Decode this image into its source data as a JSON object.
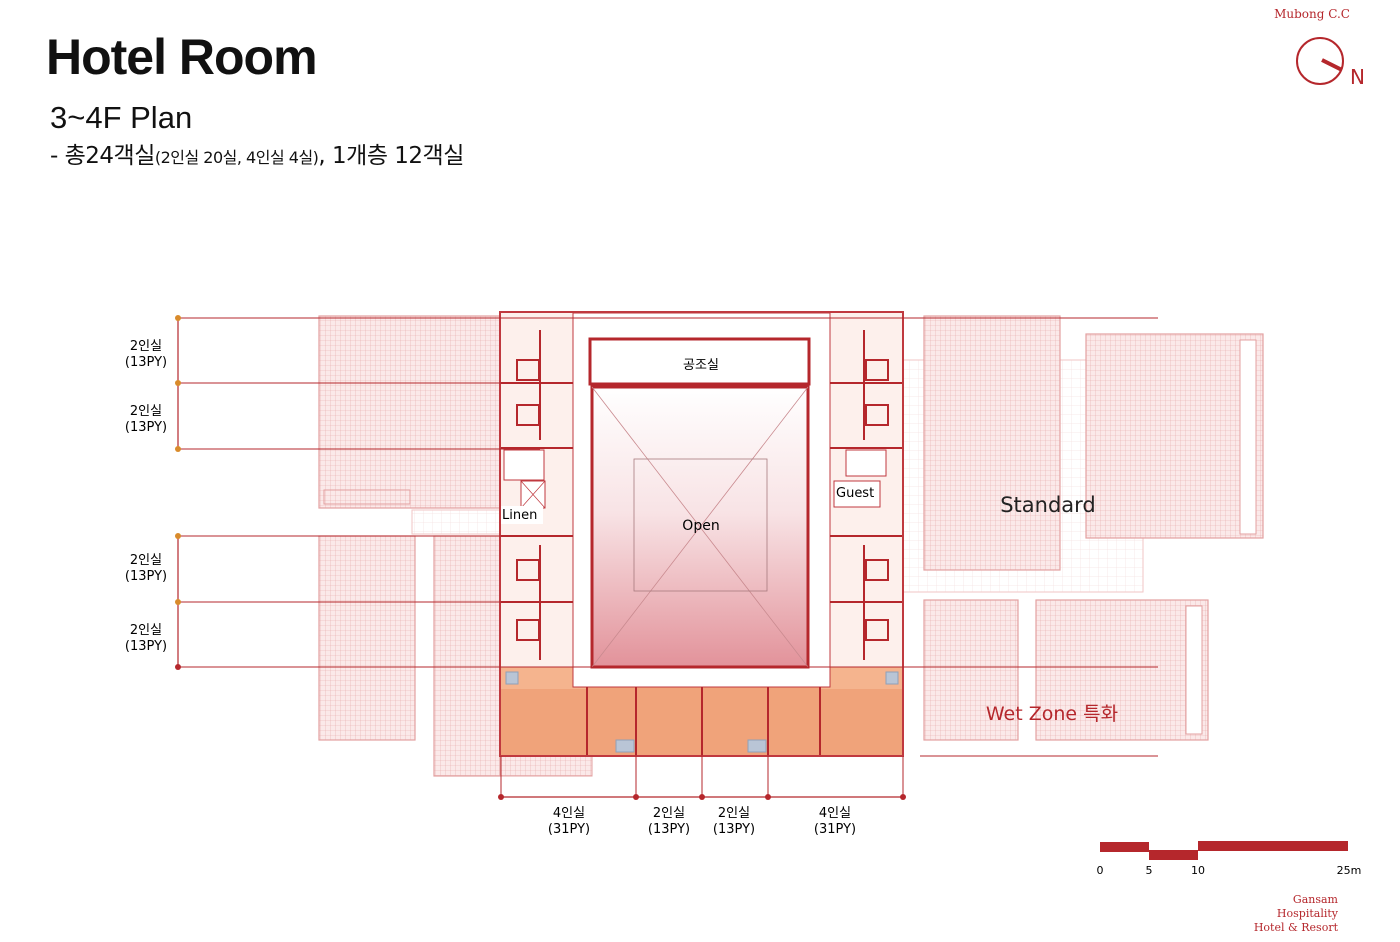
{
  "header": {
    "title": "Hotel Room",
    "subtitle": "3~4F Plan",
    "summary_main": "- 총24객실",
    "summary_detail": "(2인실 20실, 4인실 4실)",
    "summary_tail": ", 1개층 12객실"
  },
  "brand": {
    "top": "Mubong C.C",
    "bottom": [
      "Gansam",
      "Hospitality",
      "Hotel & Resort"
    ]
  },
  "compass": {
    "label": "N"
  },
  "plan": {
    "rooms": {
      "aircon": "공조실",
      "open": "Open",
      "linen": "Linen",
      "guest": "Guest"
    },
    "zones": {
      "standard": "Standard",
      "wet_zone": "Wet Zone 특화"
    },
    "left_dims": [
      {
        "type": "2인실",
        "size": "(13PY)"
      },
      {
        "type": "2인실",
        "size": "(13PY)"
      },
      {
        "type": "2인실",
        "size": "(13PY)"
      },
      {
        "type": "2인실",
        "size": "(13PY)"
      }
    ],
    "bottom_dims": [
      {
        "type": "4인실",
        "size": "(31PY)"
      },
      {
        "type": "2인실",
        "size": "(13PY)"
      },
      {
        "type": "2인실",
        "size": "(13PY)"
      },
      {
        "type": "4인실",
        "size": "(31PY)"
      }
    ]
  },
  "scale_bar": {
    "ticks": [
      "0",
      "5",
      "10",
      "25m"
    ]
  },
  "colors": {
    "accent": "#b5272c",
    "warm": "#f0a37a",
    "pink": "#f3c9c9"
  }
}
